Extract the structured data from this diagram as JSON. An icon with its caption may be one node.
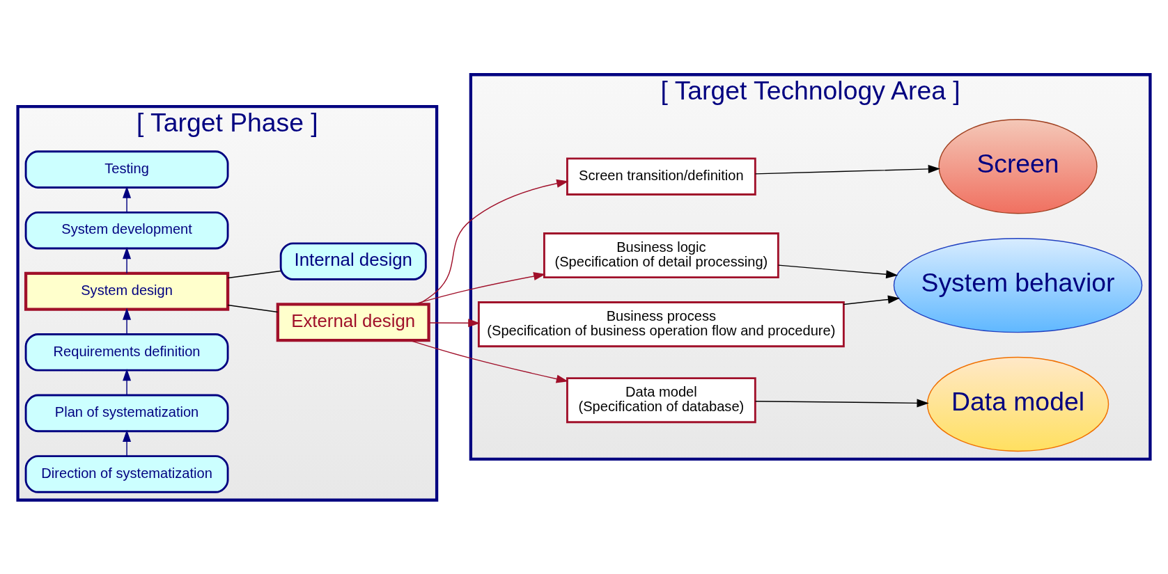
{
  "diagram": {
    "nodes": [
      {
        "text": [
          "[ Target Phase ]"
        ]
      },
      {
        "text": [
          "Direction of systematization"
        ],
        "in": 0
      },
      {
        "text": [
          "Plan of systematization"
        ],
        "in": 0
      },
      {
        "text": [
          "Requirements definition"
        ],
        "in": 0
      },
      {
        "text": [
          "System design"
        ],
        "in": 0
      },
      {
        "text": [
          "System development"
        ],
        "in": 0
      },
      {
        "text": [
          "Testing"
        ],
        "in": 0
      },
      {
        "text": [
          "External design"
        ],
        "in": 0
      },
      {
        "text": [
          "Internal design"
        ],
        "in": 0
      },
      {
        "text": [
          "[ Target Technology Area ]"
        ]
      },
      {
        "text": [
          "Screen transition/definition"
        ],
        "in": 9
      },
      {
        "text": [
          "Business logic",
          "(Specification of detail processing)"
        ],
        "in": 9
      },
      {
        "text": [
          "Business process",
          "(Specification of business operation flow and procedure)"
        ],
        "in": 9
      },
      {
        "text": [
          "Data model",
          "(Specification of database)"
        ],
        "in": 9
      },
      {
        "text": [
          "Screen"
        ],
        "in": 9
      },
      {
        "text": [
          "System behavior"
        ],
        "in": 9
      },
      {
        "text": [
          "Data model"
        ],
        "in": 9
      }
    ],
    "edges": [
      {
        "from": 1,
        "to": 2,
        "arrow": "to",
        "color": "#000080"
      },
      {
        "from": 2,
        "to": 3,
        "arrow": "to",
        "color": "#000080"
      },
      {
        "from": 3,
        "to": 4,
        "arrow": "to",
        "color": "#000080"
      },
      {
        "from": 4,
        "to": 5,
        "arrow": "to",
        "color": "#000080"
      },
      {
        "from": 5,
        "to": 6,
        "arrow": "to",
        "color": "#000080"
      },
      {
        "from": 4,
        "to": 7,
        "arrow": "none"
      },
      {
        "from": 4,
        "to": 8,
        "arrow": "none"
      },
      {
        "from": 7,
        "to": 10,
        "arrow": "to",
        "color": "#a0102a"
      },
      {
        "from": 7,
        "to": 11,
        "arrow": "to",
        "color": "#a0102a"
      },
      {
        "from": 7,
        "to": 12,
        "arrow": "to",
        "color": "#a0102a"
      },
      {
        "from": 7,
        "to": 13,
        "arrow": "to",
        "color": "#a0102a"
      },
      {
        "from": 10,
        "to": 14,
        "arrow": "to"
      },
      {
        "from": 11,
        "to": 15,
        "arrow": "to"
      },
      {
        "from": 12,
        "to": 15,
        "arrow": "to"
      },
      {
        "from": 13,
        "to": 16,
        "arrow": "to"
      }
    ]
  }
}
